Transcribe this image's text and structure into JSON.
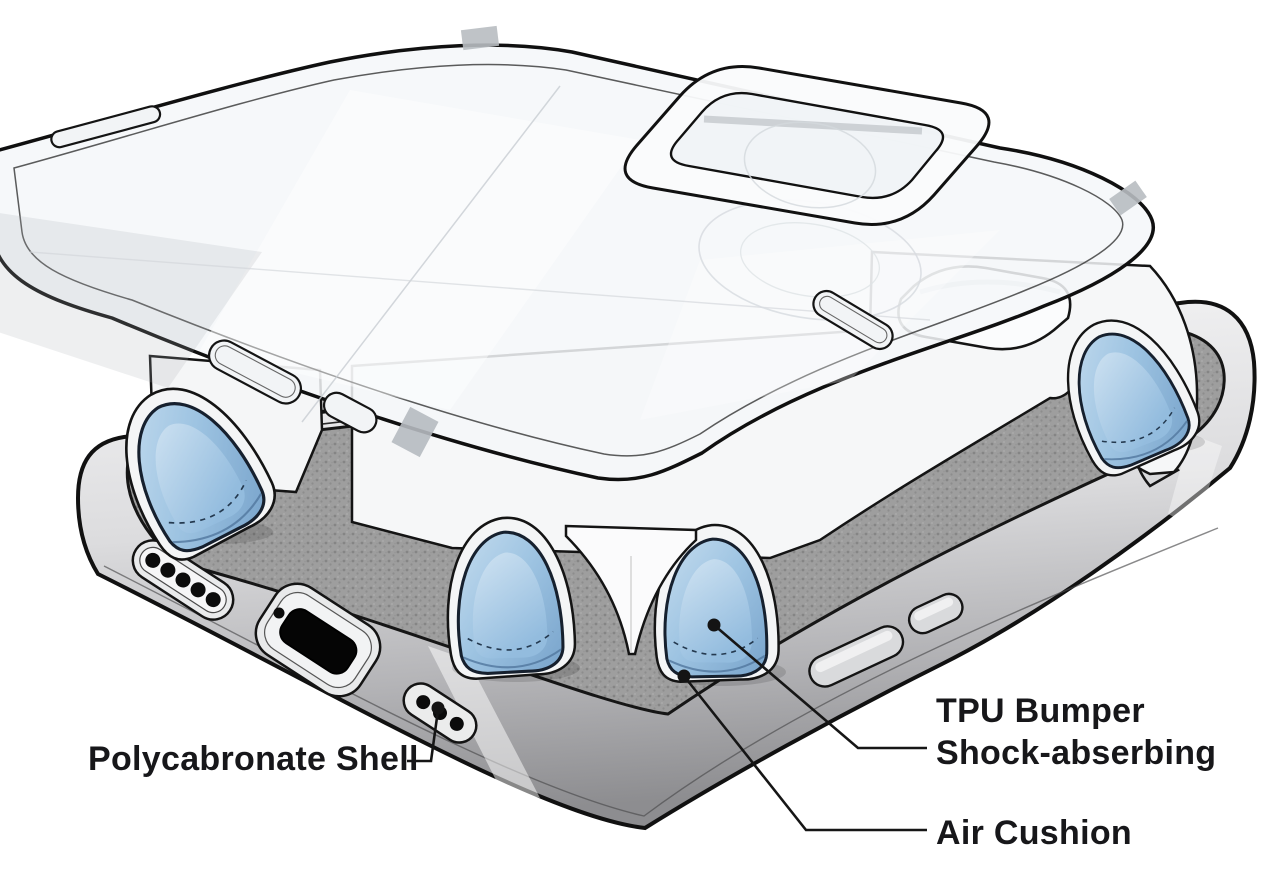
{
  "diagram": {
    "type": "exploded-view-product-diagram",
    "subject": "protective phone case with shock-absorbing layers",
    "callouts": [
      {
        "id": "polycarbonate-shell",
        "text": "Polycabronate Shell"
      },
      {
        "id": "tpu-bumper",
        "text_line1": "TPU Bumper",
        "text_line2": "Shock-abserbing"
      },
      {
        "id": "air-cushion",
        "text": "Air Cushion"
      }
    ],
    "colors": {
      "background": "#ffffff",
      "outline": "#141414",
      "label_text": "#17171a",
      "cushion_blue": "#9ec4e2",
      "cushion_blue_light": "#c6ddef",
      "cushion_blue_deep": "#7ba6cd",
      "texture_gray": "#9e9e9e",
      "rim_gray": "#c9c9cb",
      "shell_tint": "#f4f6f8"
    }
  }
}
